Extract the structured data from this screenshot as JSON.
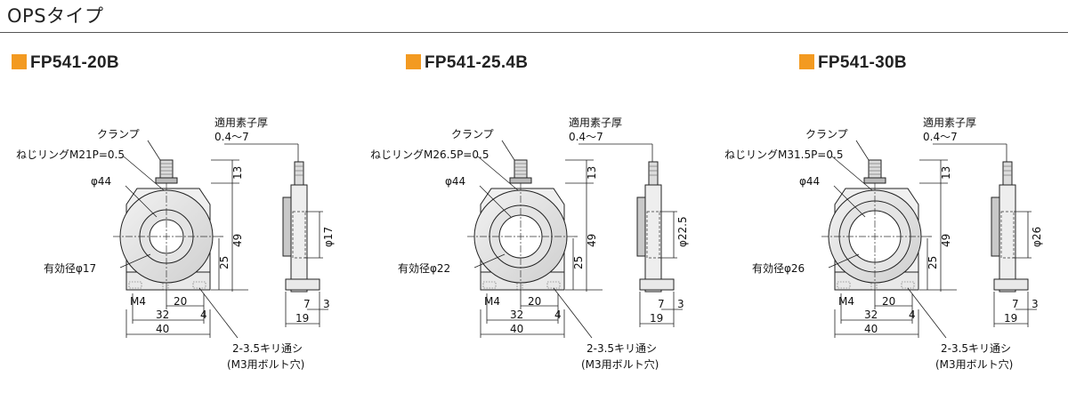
{
  "section": {
    "title": "OPSタイプ"
  },
  "models": [
    {
      "name": "FP541-20B",
      "ring": "ねじリングM21P=0.5",
      "aperture": "有効径φ17",
      "thickness_dim": "φ17"
    },
    {
      "name": "FP541-25.4B",
      "ring": "ねじリングM26.5P=0.5",
      "aperture": "有効径φ22",
      "thickness_dim": "φ22.5"
    },
    {
      "name": "FP541-30B",
      "ring": "ねじリングM31.5P=0.5",
      "aperture": "有効径φ26",
      "thickness_dim": "φ26"
    }
  ],
  "common": {
    "clamp": "クランプ",
    "applicable_thickness": "適用素子厚",
    "thickness_range": "0.4～7",
    "outer": "φ44",
    "dim_13": "13",
    "dim_49": "49",
    "dim_25": "25",
    "m4": "M4",
    "dim_20": "20",
    "dim_32": "32",
    "dim_4": "4",
    "dim_40": "40",
    "dim_7": "7",
    "dim_3": "3",
    "dim_19": "19",
    "holes": "2-3.5キリ通シ",
    "holes_note": "(M3用ボルト穴)"
  }
}
